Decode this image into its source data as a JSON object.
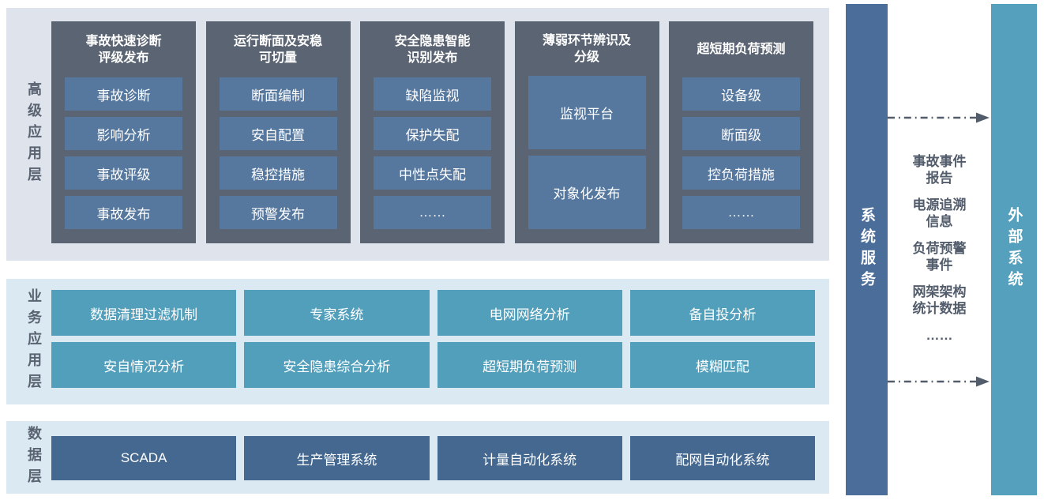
{
  "advanced_layer": {
    "label": "高级应用层",
    "columns": [
      {
        "title": "事故快速诊断\n评级发布",
        "items": [
          "事故诊断",
          "影响分析",
          "事故评级",
          "事故发布"
        ]
      },
      {
        "title": "运行断面及安稳\n可切量",
        "items": [
          "断面编制",
          "安自配置",
          "稳控措施",
          "预警发布"
        ]
      },
      {
        "title": "安全隐患智能\n识别发布",
        "items": [
          "缺陷监视",
          "保护失配",
          "中性点失配",
          "……"
        ]
      },
      {
        "title": "薄弱环节辨识及\n分级",
        "items": [
          "监视平台",
          "对象化发布"
        ]
      },
      {
        "title": "超短期负荷预测",
        "items": [
          "设备级",
          "断面级",
          "控负荷措施",
          "……"
        ]
      }
    ]
  },
  "business_layer": {
    "label": "业务应用层",
    "items": [
      "数据清理过滤机制",
      "专家系统",
      "电网网络分析",
      "备自投分析",
      "安自情况分析",
      "安全隐患综合分析",
      "超短期负荷预测",
      "模糊匹配"
    ]
  },
  "data_layer": {
    "label": "数据层",
    "items": [
      "SCADA",
      "生产管理系统",
      "计量自动化系统",
      "配网自动化系统"
    ]
  },
  "system_service_bar": {
    "label": "系统服务"
  },
  "external_system_bar": {
    "label": "外部系统"
  },
  "exchange": {
    "items": [
      "事故事件\n报告",
      "电源追溯\n信息",
      "负荷预警\n事件",
      "网架架构\n统计数据",
      "……"
    ]
  },
  "colors": {
    "top_band_bg": "#dfe3ec",
    "column_bg": "#5b6473",
    "column_item_bg": "#56789f",
    "light_blue_band_bg": "#dbeaf2",
    "business_box_bg": "#529fbb",
    "data_box_bg": "#446890",
    "system_service_bar_bg": "#4a6d9a",
    "external_system_bar_bg": "#55a0bd",
    "band_label_color": "#5a6371",
    "arrow_color": "#525c6b"
  }
}
